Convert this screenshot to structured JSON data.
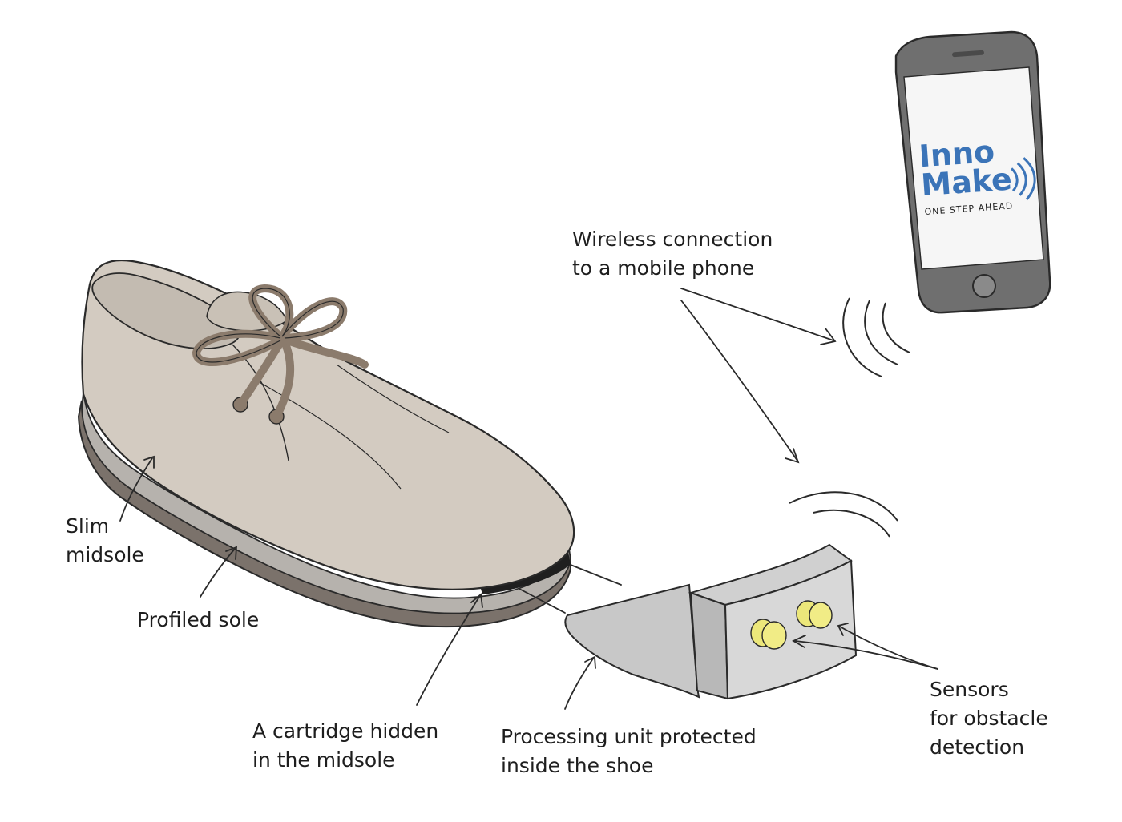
{
  "labels": {
    "wireless": {
      "line1": "Wireless connection",
      "line2": "to a mobile phone"
    },
    "slim_midsole": {
      "line1": "Slim",
      "line2": "midsole"
    },
    "profiled_sole": {
      "line1": "Profiled sole"
    },
    "cartridge": {
      "line1": "A cartridge hidden",
      "line2": "in the midsole"
    },
    "processing": {
      "line1": "Processing unit protected",
      "line2": "inside the shoe"
    },
    "sensors": {
      "line1": "Sensors",
      "line2": "for obstacle",
      "line3": "detection"
    }
  },
  "phone_logo": {
    "line1": "Inno",
    "line2": "Make",
    "tagline": "ONE STEP AHEAD"
  },
  "colors": {
    "shoe_body": "#d3cbc1",
    "shoe_midsole": "#b6b2ad",
    "shoe_sole": "#7b726b",
    "lace": "#8b7b6c",
    "device": "#c8c8c8",
    "device_side": "#d8d8d8",
    "sensor": "#ece77a",
    "phone_body": "#6f6f6f",
    "phone_screen": "#f6f6f6",
    "logo_blue": "#3b74b8",
    "ink": "#2a2a2a"
  }
}
